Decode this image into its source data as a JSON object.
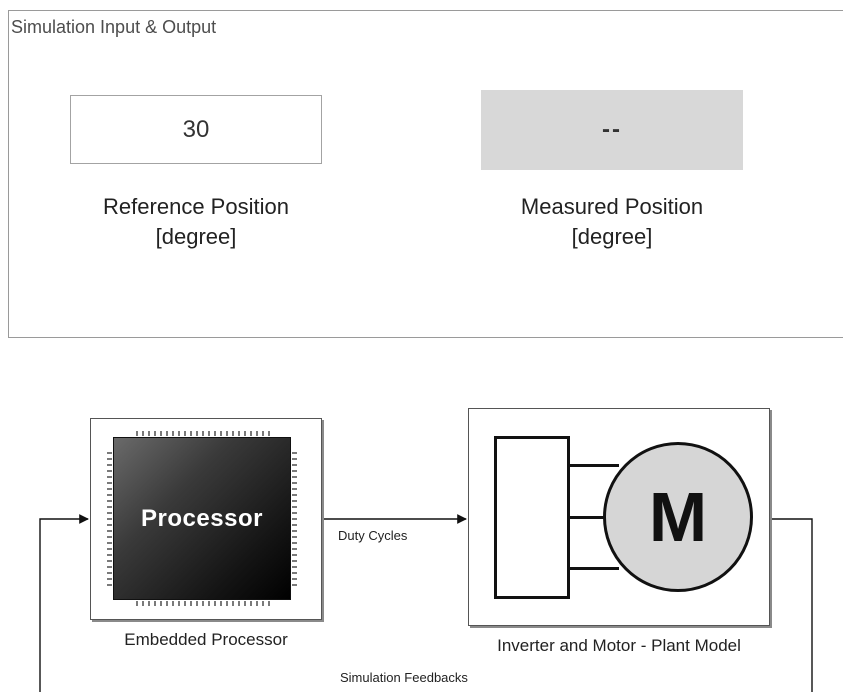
{
  "panel": {
    "title": "Simulation Input & Output",
    "reference": {
      "value": "30",
      "label_line1": "Reference Position",
      "label_line2": "[degree]"
    },
    "measured": {
      "value": "--",
      "label_line1": "Measured Position",
      "label_line2": "[degree]"
    }
  },
  "diagram": {
    "processor_block": {
      "chip_text": "Processor",
      "caption": "Embedded Processor"
    },
    "motor_block": {
      "motor_letter": "M",
      "caption": "Inverter and Motor - Plant Model"
    },
    "signals": {
      "duty_cycles": "Duty Cycles",
      "feedback": "Simulation Feedbacks"
    }
  },
  "colors": {
    "display_background": "#d8d8d8",
    "chip_dark": "#151515",
    "motor_fill": "#d6d6d6"
  }
}
